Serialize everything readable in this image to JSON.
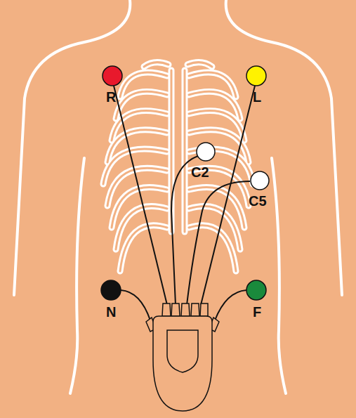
{
  "diagram": {
    "labels": [
      "R",
      "L",
      "C2",
      "C5",
      "N",
      "F"
    ]
  }
}
